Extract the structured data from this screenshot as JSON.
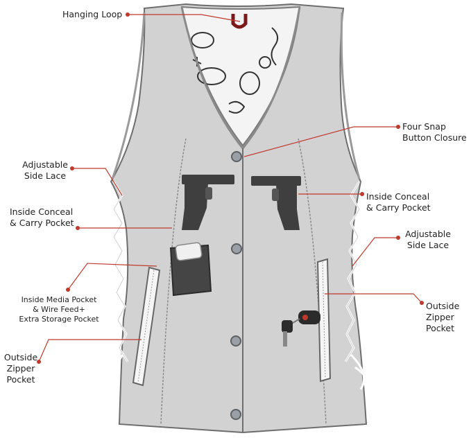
{
  "colors": {
    "leader": "#c0392b",
    "vest": "#d2d2d2",
    "vest_shade": "#b8b8b8",
    "lining": "#f4f4f4",
    "ink": "#222222"
  },
  "callouts": {
    "hanging_loop": "Hanging Loop",
    "snap_closure": "Four Snap\nButton Closure",
    "adjustable_lace_left": "Adjustable\nSide Lace",
    "inside_conceal_right": "Inside Conceal\n& Carry Pocket",
    "inside_conceal_left": "Inside Conceal\n& Carry Pocket",
    "adjustable_lace_right": "Adjustable\nSide Lace",
    "media_pocket": "Inside Media Pocket\n& Wire Feed+\nExtra Storage Pocket",
    "outside_zipper_right": "Outside\nZipper\nPocket",
    "outside_zipper_left": "Outside\nZipper\nPocket"
  },
  "icons": {
    "pistol_left": "pistol-icon",
    "pistol_right": "pistol-icon",
    "phone": "phone-icon",
    "car_key": "car-key-icon"
  }
}
